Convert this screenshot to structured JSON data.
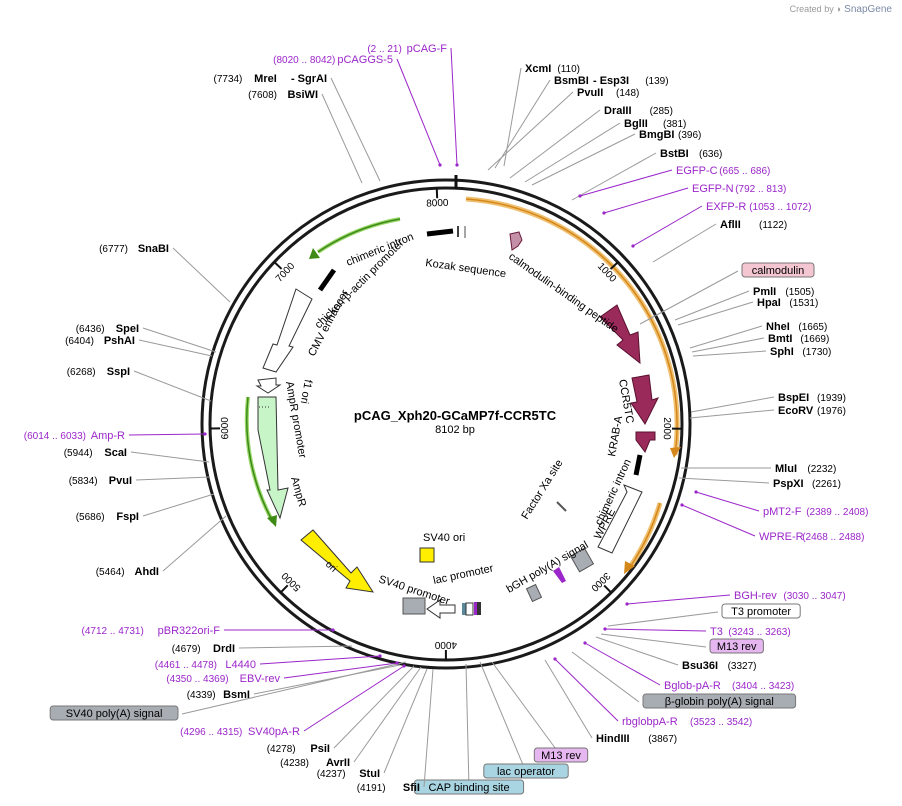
{
  "credit": {
    "prefix": "Created by",
    "brand": "SnapGene"
  },
  "plasmid": {
    "name": "pCAG_Xph20-GCaMP7f-CCR5TC",
    "size": "8102 bp"
  },
  "ticks": [
    {
      "label": "1000",
      "pos": 1000
    },
    {
      "label": "2000",
      "pos": 2000
    },
    {
      "label": "3000",
      "pos": 3000
    },
    {
      "label": "4000",
      "pos": 4000
    },
    {
      "label": "5000",
      "pos": 5000
    },
    {
      "label": "6000",
      "pos": 6000
    },
    {
      "label": "7000",
      "pos": 7000
    },
    {
      "label": "8000",
      "pos": 8000
    }
  ],
  "sites": [
    {
      "name": "XcmI",
      "pos": "(110)",
      "side": "r",
      "kind": "enzyme"
    },
    {
      "name": "BsmBI",
      "name2": "Esp3I",
      "pos": "(139)",
      "side": "r",
      "kind": "enzyme"
    },
    {
      "name": "PvuII",
      "pos": "(148)",
      "side": "r",
      "kind": "enzyme"
    },
    {
      "name": "DraIII",
      "pos": "(285)",
      "side": "r",
      "kind": "enzyme"
    },
    {
      "name": "BglII",
      "pos": "(381)",
      "side": "r",
      "kind": "enzyme"
    },
    {
      "name": "BmgBI",
      "pos": "(396)",
      "side": "r",
      "kind": "enzyme"
    },
    {
      "name": "BstBI",
      "pos": "(636)",
      "side": "r",
      "kind": "enzyme"
    },
    {
      "name": "EGFP-C",
      "pos": "(665 .. 686)",
      "side": "r",
      "kind": "primer"
    },
    {
      "name": "EGFP-N",
      "pos": "(792 .. 813)",
      "side": "r",
      "kind": "primer"
    },
    {
      "name": "EXFP-R",
      "pos": "(1053 .. 1072)",
      "side": "r",
      "kind": "primer"
    },
    {
      "name": "AflII",
      "pos": "(1122)",
      "side": "r",
      "kind": "enzyme"
    },
    {
      "name": "calmodulin",
      "side": "r",
      "kind": "box-pink"
    },
    {
      "name": "PmlI",
      "pos": "(1505)",
      "side": "r",
      "kind": "enzyme"
    },
    {
      "name": "HpaI",
      "pos": "(1531)",
      "side": "r",
      "kind": "enzyme"
    },
    {
      "name": "NheI",
      "pos": "(1665)",
      "side": "r",
      "kind": "enzyme"
    },
    {
      "name": "BmtI",
      "pos": "(1669)",
      "side": "r",
      "kind": "enzyme"
    },
    {
      "name": "SphI",
      "pos": "(1730)",
      "side": "r",
      "kind": "enzyme"
    },
    {
      "name": "BspEI",
      "pos": "(1939)",
      "side": "r",
      "kind": "enzyme"
    },
    {
      "name": "EcoRV",
      "pos": "(1976)",
      "side": "r",
      "kind": "enzyme"
    },
    {
      "name": "MluI",
      "pos": "(2232)",
      "side": "r",
      "kind": "enzyme"
    },
    {
      "name": "PspXI",
      "pos": "(2261)",
      "side": "r",
      "kind": "enzyme"
    },
    {
      "name": "pMT2-F",
      "pos": "(2389 .. 2408)",
      "side": "r",
      "kind": "primer"
    },
    {
      "name": "WPRE-R",
      "pos": "(2468 .. 2488)",
      "side": "r",
      "kind": "primer"
    },
    {
      "name": "BGH-rev",
      "pos": "(3030 .. 3047)",
      "side": "r",
      "kind": "primer"
    },
    {
      "name": "T3 promoter",
      "side": "r",
      "kind": "box-white"
    },
    {
      "name": "T3",
      "pos": "(3243 .. 3263)",
      "side": "r",
      "kind": "primer"
    },
    {
      "name": "M13 rev",
      "side": "r",
      "kind": "box-violet"
    },
    {
      "name": "Bsu36I",
      "pos": "(3327)",
      "side": "r",
      "kind": "enzyme"
    },
    {
      "name": "Bglob-pA-R",
      "pos": "(3404 .. 3423)",
      "side": "r",
      "kind": "primer"
    },
    {
      "name": "β-globin poly(A) signal",
      "side": "r",
      "kind": "box-gray"
    },
    {
      "name": "rbglobpA-R",
      "pos": "(3523 .. 3542)",
      "side": "r",
      "kind": "primer"
    },
    {
      "name": "HindIII",
      "pos": "(3867)",
      "side": "r",
      "kind": "enzyme"
    },
    {
      "name": "M13 rev",
      "side": "c",
      "kind": "box-violet"
    },
    {
      "name": "lac operator",
      "side": "c",
      "kind": "box-blue"
    },
    {
      "name": "CAP binding site",
      "side": "c",
      "kind": "box-blue"
    },
    {
      "name": "SfiI",
      "pos": "(4191)",
      "side": "l",
      "kind": "enzyme"
    },
    {
      "name": "StuI",
      "pos": "(4237)",
      "side": "l",
      "kind": "enzyme"
    },
    {
      "name": "AvrII",
      "pos": "(4238)",
      "side": "l",
      "kind": "enzyme"
    },
    {
      "name": "PsiI",
      "pos": "(4278)",
      "side": "l",
      "kind": "enzyme"
    },
    {
      "name": "SV40pA-R",
      "pos": "(4296 .. 4315)",
      "side": "l",
      "kind": "primer"
    },
    {
      "name": "SV40 poly(A) signal",
      "side": "l",
      "kind": "box-gray"
    },
    {
      "name": "BsmI",
      "pos": "(4339)",
      "side": "l",
      "kind": "enzyme"
    },
    {
      "name": "EBV-rev",
      "pos": "(4350 .. 4369)",
      "side": "l",
      "kind": "primer"
    },
    {
      "name": "L4440",
      "pos": "(4461 .. 4478)",
      "side": "l",
      "kind": "primer"
    },
    {
      "name": "DrdI",
      "pos": "(4679)",
      "side": "l",
      "kind": "enzyme"
    },
    {
      "name": "pBR322ori-F",
      "pos": "(4712 .. 4731)",
      "side": "l",
      "kind": "primer"
    },
    {
      "name": "AhdI",
      "pos": "(5464)",
      "side": "l",
      "kind": "enzyme"
    },
    {
      "name": "FspI",
      "pos": "(5686)",
      "side": "l",
      "kind": "enzyme"
    },
    {
      "name": "PvuI",
      "pos": "(5834)",
      "side": "l",
      "kind": "enzyme"
    },
    {
      "name": "ScaI",
      "pos": "(5944)",
      "side": "l",
      "kind": "enzyme"
    },
    {
      "name": "Amp-R",
      "pos": "(6014 .. 6033)",
      "side": "l",
      "kind": "primer"
    },
    {
      "name": "SspI",
      "pos": "(6268)",
      "side": "l",
      "kind": "enzyme"
    },
    {
      "name": "PshAI",
      "pos": "(6404)",
      "side": "l",
      "kind": "enzyme"
    },
    {
      "name": "SpeI",
      "pos": "(6436)",
      "side": "l",
      "kind": "enzyme"
    },
    {
      "name": "SnaBI",
      "pos": "(6777)",
      "side": "l",
      "kind": "enzyme"
    },
    {
      "name": "BsiWI",
      "pos": "(7608)",
      "side": "l",
      "kind": "enzyme"
    },
    {
      "name": "MreI",
      "name2": "SgrAI",
      "pos": "(7734)",
      "side": "l",
      "kind": "enzyme"
    },
    {
      "name": "pCAGGS-5",
      "pos": "(8020 .. 8042)",
      "side": "l",
      "kind": "primer"
    },
    {
      "name": "pCAG-F",
      "pos": "(2 .. 21)",
      "side": "l",
      "kind": "primer"
    }
  ],
  "features": [
    {
      "name": "Kozak sequence"
    },
    {
      "name": "calmodulin-binding peptide"
    },
    {
      "name": "CCR5TC"
    },
    {
      "name": "KRAB-A"
    },
    {
      "name": "Factor Xa site"
    },
    {
      "name": "chimeric intron"
    },
    {
      "name": "WPRE"
    },
    {
      "name": "bGH poly(A) signal"
    },
    {
      "name": "lac promoter"
    },
    {
      "name": "SV40 promoter"
    },
    {
      "name": "SV40 ori"
    },
    {
      "name": "ori"
    },
    {
      "name": "AmpR"
    },
    {
      "name": "AmpR promoter"
    },
    {
      "name": "f1 ori"
    },
    {
      "name": "CMV enhancer"
    },
    {
      "name": "chicken β-actin promoter"
    },
    {
      "name": "chimeric intron"
    }
  ],
  "colors": {
    "backbone": "#1a1a1a",
    "enzyme_text": "#000000",
    "primer": "#9b26c9",
    "orange_arc": "#e8a040",
    "maroon": "#9a2a5a",
    "green_arc": "#55aa22",
    "ampr_fill": "#c8f5c8",
    "ori_fill": "#ffee00",
    "gray_box": "#a8adb3",
    "box_pink": "#f3c6d2",
    "box_violet": "#e5b6ef",
    "box_blue": "#a9d4e2"
  }
}
